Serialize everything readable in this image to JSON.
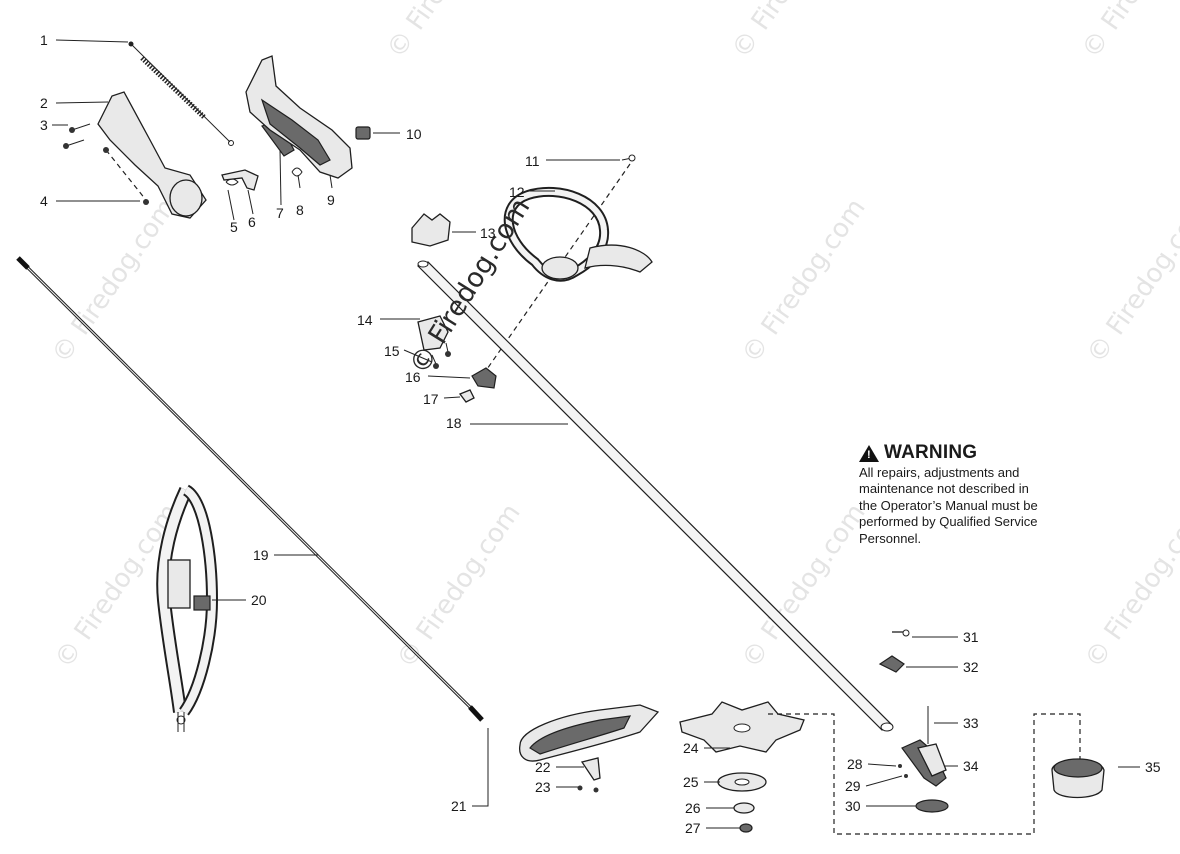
{
  "watermark_text": "© Firedog.com",
  "warning": {
    "title": "WARNING",
    "lines": [
      "All repairs, adjustments and",
      "maintenance not described in",
      "the Operator’s Manual must be",
      "performed by Qualified Service",
      "Personnel."
    ]
  },
  "callouts": [
    "1",
    "2",
    "3",
    "4",
    "5",
    "6",
    "7",
    "8",
    "9",
    "10",
    "11",
    "12",
    "13",
    "14",
    "15",
    "16",
    "17",
    "18",
    "19",
    "20",
    "21",
    "22",
    "23",
    "24",
    "25",
    "26",
    "27",
    "28",
    "29",
    "30",
    "31",
    "32",
    "33",
    "34",
    "35"
  ]
}
